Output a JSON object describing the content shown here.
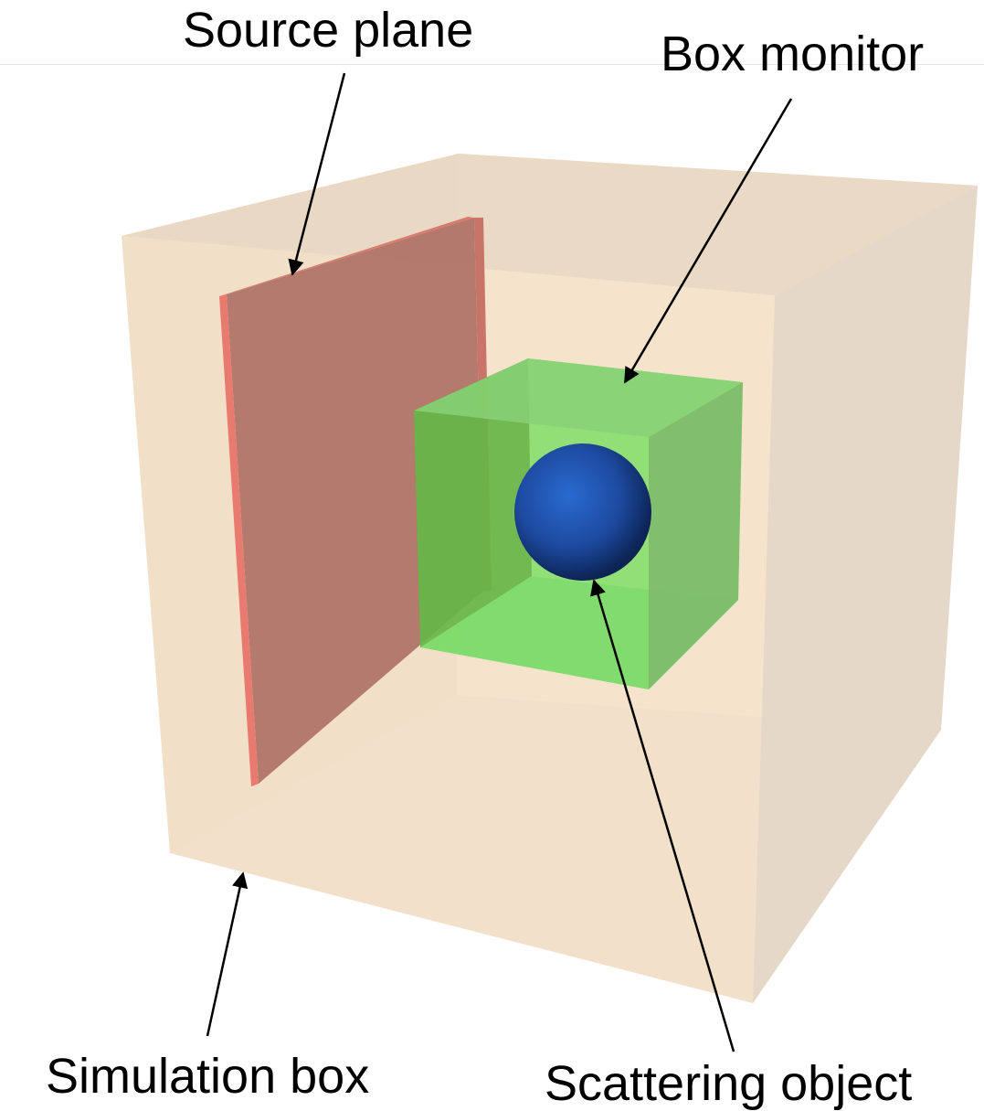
{
  "labels": {
    "source_plane": "Source plane",
    "box_monitor": "Box monitor",
    "simulation_box": "Simulation box",
    "scattering_object": "Scattering object"
  },
  "colors": {
    "simulation_box": "#f2dcc0",
    "source_plane": "#b07468",
    "source_plane_edge": "#e87a70",
    "box_monitor": "#6fd45a",
    "scattering_object": "#1f4fa8",
    "arrow": "#000000"
  }
}
